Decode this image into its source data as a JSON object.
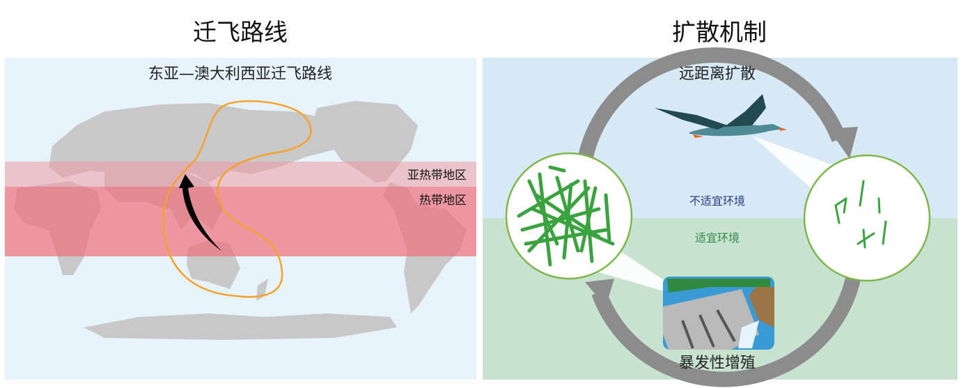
{
  "left_panel": {
    "title": "迁飞路线",
    "map_title": "东亚—澳大利西亚迁飞路线",
    "subtropical_label": "亚热带地区",
    "tropical_label": "热带地区"
  },
  "right_panel": {
    "title": "扩散机制",
    "top_label": "远距离扩散",
    "bottom_label": "暴发性增殖",
    "unsuitable_label": "不适宜环境",
    "suitable_label": "适宜环境"
  },
  "colors": {
    "map_bg": "#e6f3fa",
    "land": "#c8c8c8",
    "subtropical_band": "#f0b4bb",
    "tropical_band": "#ef8a92",
    "flyway": "#f7a12a",
    "sky": "#d6e9f4",
    "ground": "#c7e3cf",
    "ring": "#8c8c8c",
    "algae": "#3aa33f",
    "unsuitable_text": "#2a3a8c",
    "suitable_text": "#2f8a4a"
  }
}
